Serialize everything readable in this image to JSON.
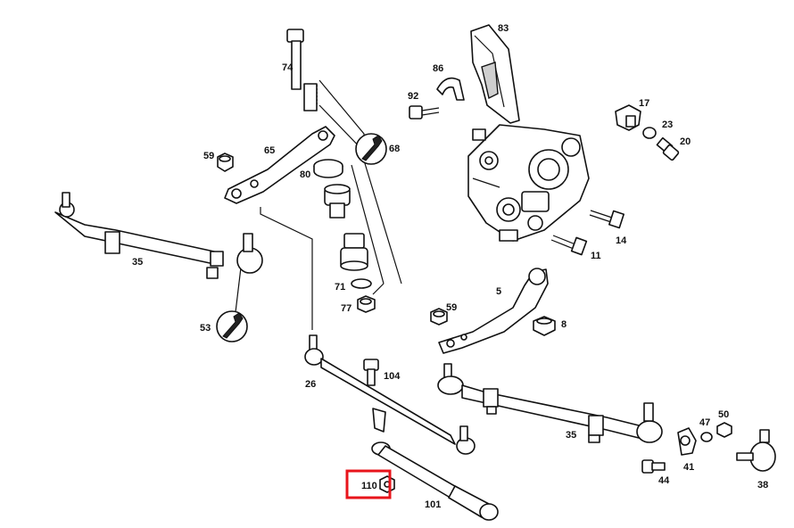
{
  "labels": {
    "p83": "83",
    "p86": "86",
    "p74": "74",
    "p92": "92",
    "p17": "17",
    "p23": "23",
    "p20": "20",
    "p59a": "59",
    "p65": "65",
    "p68": "68",
    "p80": "80",
    "p35a": "35",
    "p14": "14",
    "p11": "11",
    "p53": "53",
    "p71": "71",
    "p77": "77",
    "p5": "5",
    "p59b": "59",
    "p8": "8",
    "p104": "104",
    "p26": "26",
    "p35b": "35",
    "p47": "47",
    "p50": "50",
    "p41": "41",
    "p44": "44",
    "p38": "38",
    "p110": "110",
    "p101": "101"
  },
  "highlight": {
    "part": "110",
    "color": "#e8141b"
  }
}
